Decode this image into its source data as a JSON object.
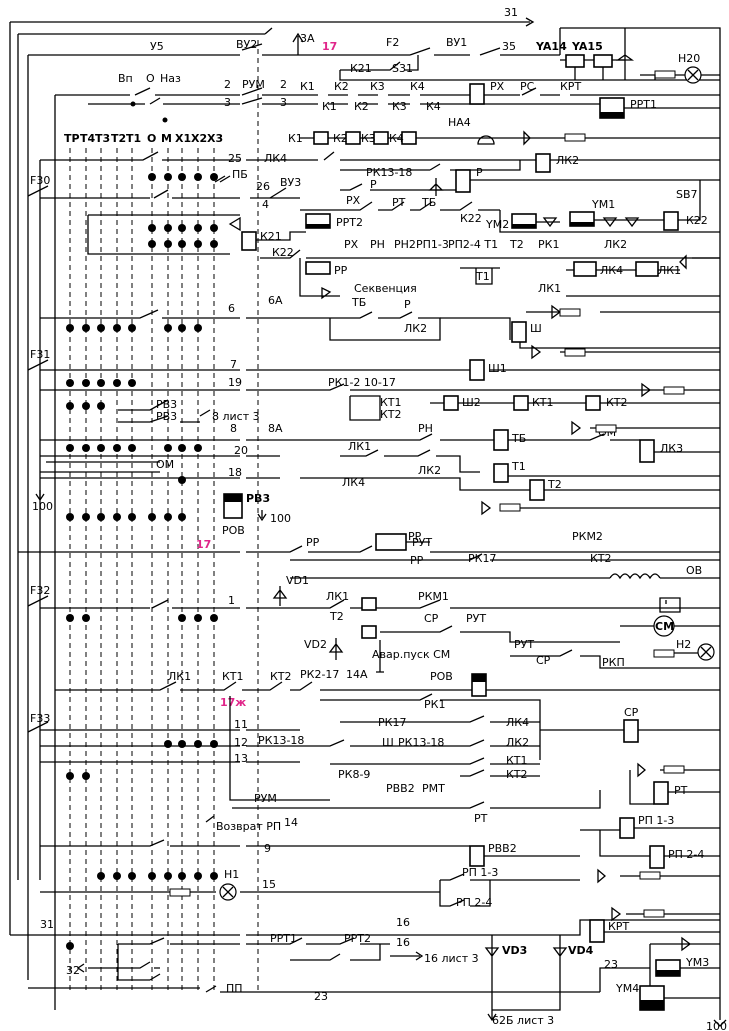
{
  "wires": {
    "w31_top": "31",
    "w31_bottom": "31",
    "w35": "35",
    "w17_top": "17",
    "w2a": "2",
    "w2b": "2",
    "w3a": "3",
    "w3b": "3",
    "w25": "25",
    "w26": "26",
    "w4": "4",
    "w6": "6",
    "w6A": "6А",
    "w7": "7",
    "w19": "19",
    "w8": "8",
    "w8A": "8А",
    "w20": "20",
    "w18": "18",
    "w100_left": "100",
    "w100_mid": "100",
    "w17_mid": "17",
    "w1": "1",
    "w14A": "14А",
    "w17zh": "17ж",
    "w11": "11",
    "w12": "12",
    "w13": "13",
    "w14": "14",
    "w9": "9",
    "w15": "15",
    "w16a": "16",
    "w16b": "16",
    "w32": "32",
    "w23a": "23",
    "w23b": "23",
    "w62B": "62Б лист 3",
    "w100_bot": "100",
    "w3A": "3А",
    "w8_sheet": "8 лист 3",
    "w16_sheet": "16 лист 3"
  },
  "fuses": {
    "f2": "F2",
    "f30": "F30",
    "f31": "F31",
    "f32": "F32",
    "f33": "F33"
  },
  "switches": {
    "u5": "У5",
    "vu2": "ВУ2",
    "vu1": "ВУ1",
    "vu3": "ВУ3",
    "s31": "S31",
    "k21": "К21",
    "rum": "РУМ",
    "rum_bot": "РУМ",
    "vp": "Вп",
    "o": "О",
    "naz": "Наз",
    "pb": "ПБ",
    "pp": "ПП",
    "sb7": "SB7",
    "vozvrat": "Возврат РП",
    "avar": "Авар.пуск СМ",
    "sekv": "Секвенция",
    "rov_sw": "РОВ"
  },
  "controller_labels": [
    "ТР",
    "Т4",
    "Т3",
    "Т2",
    "Т1",
    "О",
    "М",
    "Х1",
    "Х2",
    "Х3"
  ],
  "coils": {
    "ya14": "YA14",
    "ya15": "YA15",
    "h20": "Н20",
    "rx": "РХ",
    "rs": "РС",
    "krt": "КРТ",
    "rrt1": "РРТ1",
    "k1": "К1",
    "k2": "К2",
    "k3": "К3",
    "k4": "К4",
    "na4": "НА4",
    "lk2": "ЛК2",
    "r": "Р",
    "rk1318": "РК13-18",
    "ym2": "YM2",
    "ym1": "YM1",
    "k22": "К22",
    "rrt2": "РРТ2",
    "k21b": "К21",
    "rr": "РР",
    "lk4": "ЛК4",
    "lk1": "ЛК1",
    "sh": "Ш",
    "sh1": "Ш1",
    "sh2": "Ш2",
    "kt1": "КТ1",
    "kt2": "КТ2",
    "tb": "ТБ",
    "lk3": "ЛК3",
    "t1": "Т1",
    "t2": "Т2",
    "rv3": "РВ3",
    "rut": "РУТ",
    "ov": "ОВ",
    "sm": "СМ",
    "h2": "Н2",
    "rov": "РОВ",
    "sr": "СР",
    "rt": "РТ",
    "rp13": "РП 1-3",
    "rp24": "РП 2-4",
    "rvv2": "РВВ2",
    "h1": "Н1",
    "krt_b": "КРТ",
    "ym3": "YM3",
    "ym4": "YM4"
  },
  "contacts": {
    "k1": "К1",
    "k2": "К2",
    "k3": "К3",
    "k4": "К4",
    "k21": "К21",
    "lk4": "ЛК4",
    "rx": "РХ",
    "rt": "РТ",
    "tb": "ТБ",
    "r": "Р",
    "rk1318": "РК13-18",
    "k22": "К22",
    "rn": "РН",
    "rn2": "РН2",
    "rp13": "РП1-3",
    "rp24t1": "РП2-4 Т1",
    "t2": "Т2",
    "rk1": "РК1",
    "lk2": "ЛК2",
    "t1": "Т1",
    "lk1": "ЛК1",
    "tb2": "ТБ",
    "r2": "Р",
    "lk2b": "ЛК2",
    "rk12": "РК1-2 10-17",
    "kt1": "КТ1",
    "kt2": "КТ2",
    "rv3a": "РВ3",
    "rv3b": "РВ3",
    "om": "ОМ",
    "lk1b": "ЛК1",
    "rn3": "РН",
    "lk4b": "ЛК4",
    "lk2c": "ЛК2",
    "om2": "ОМ",
    "rr1": "РР",
    "rr2": "РР",
    "rr3": "РР",
    "rk17": "РК17",
    "rkm2": "РКМ2",
    "kt2b": "КТ2",
    "lk1c": "ЛК1",
    "rkm1": "РКМ1",
    "t2b": "Т2",
    "sr": "СР",
    "rut": "РУТ",
    "rut2": "РУТ",
    "sr2": "СР",
    "rkp": "РКП",
    "lk1d": "ЛК1",
    "kt1b": "КТ1",
    "kt2c": "КТ2",
    "rk217": "РК2-17",
    "rk1b": "РК1",
    "rk17b": "РК17",
    "lk4c": "ЛК4",
    "sh": "Ш",
    "rk1318b": "РК13-18",
    "lk2d": "ЛК2",
    "rk1318c": "РК13-18",
    "rk89": "РК8-9",
    "kt1c": "КТ1",
    "kt2d": "КТ2",
    "rvv2": "РВВ2",
    "rmt": "РМТ",
    "rt2": "РТ",
    "rrt1": "РРТ1",
    "rrt2": "РРТ2"
  },
  "diodes": {
    "vd1": "VD1",
    "vd2": "VD2",
    "vd3": "VD3",
    "vd4": "VD4"
  }
}
